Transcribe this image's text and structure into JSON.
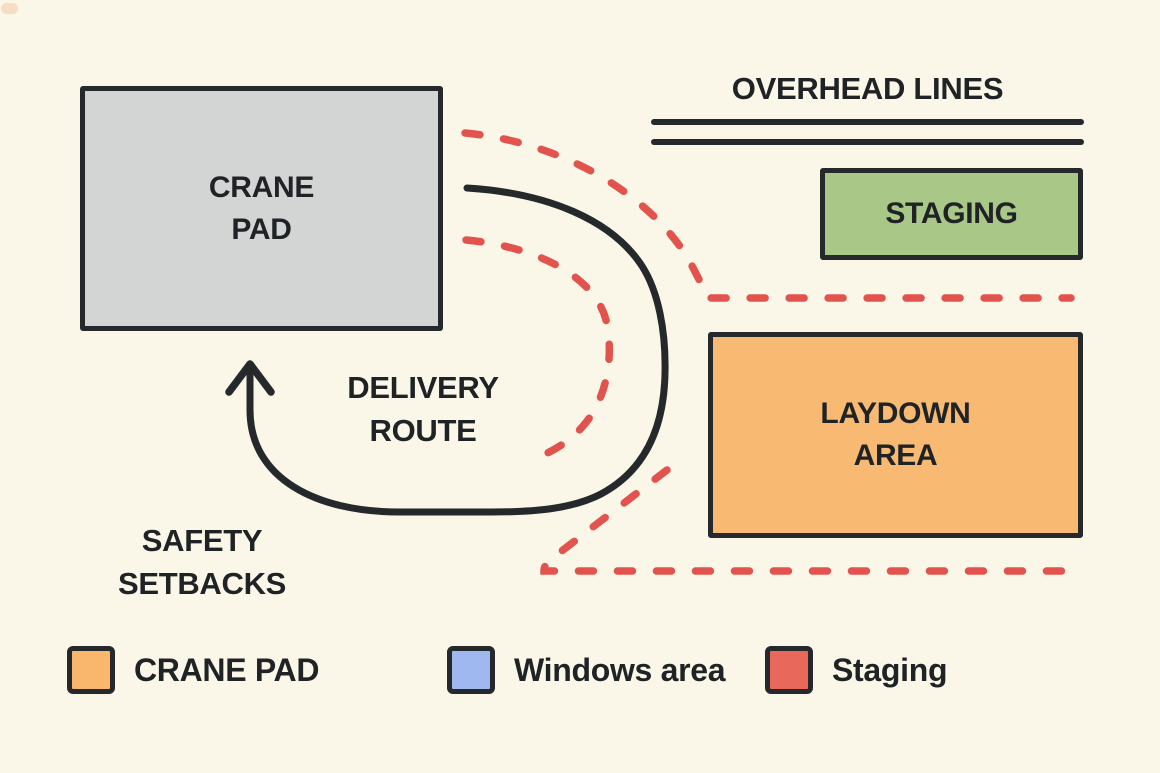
{
  "diagram": {
    "background": "#fbf7e8",
    "areas": {
      "crane_pad": {
        "label": "CRANE\nPAD",
        "fill": "#d3d5d4"
      },
      "staging": {
        "label": "STAGING",
        "fill": "#a9c787"
      },
      "laydown": {
        "label": "LAYDOWN\nAREA",
        "fill": "#f8ba73"
      }
    },
    "annotations": {
      "overhead_lines": "OVERHEAD LINES",
      "delivery_route": "DELIVERY\nROUTE",
      "safety_setbacks": "SAFETY\nSETBACKS"
    },
    "colors": {
      "stroke_dark": "#26292b",
      "setback_red": "#e2534e",
      "text": "#202326"
    }
  },
  "legend": {
    "items": [
      {
        "label": "CRANE PAD",
        "swatch": "#f8b76d"
      },
      {
        "label": "Windows area",
        "swatch": "#9fb8ef"
      },
      {
        "label": "Staging",
        "swatch": "#e8695b"
      }
    ]
  }
}
